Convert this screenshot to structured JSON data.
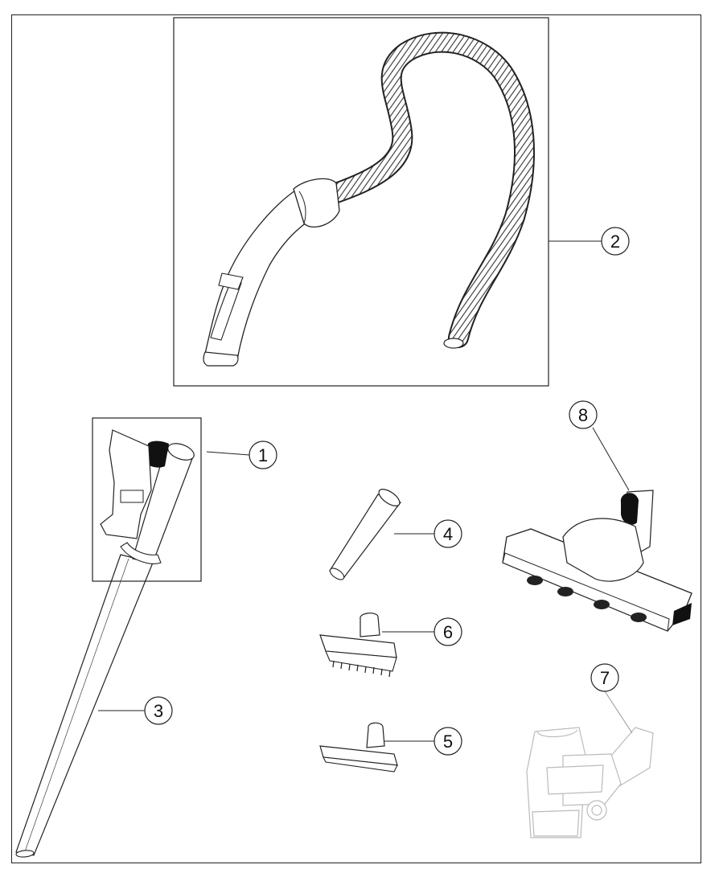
{
  "callouts": [
    {
      "id": "hose",
      "label": "2"
    },
    {
      "id": "handle",
      "label": "1"
    },
    {
      "id": "wand",
      "label": "3"
    },
    {
      "id": "crevice",
      "label": "4"
    },
    {
      "id": "dusting_brush",
      "label": "6"
    },
    {
      "id": "upholstery",
      "label": "5"
    },
    {
      "id": "floor_nozzle",
      "label": "8"
    },
    {
      "id": "turbo_brush",
      "label": "7"
    }
  ],
  "colors": {
    "line": "#222222",
    "fill": "#ffffff",
    "rubber": "#111111",
    "faded": "#bbbbbb"
  }
}
